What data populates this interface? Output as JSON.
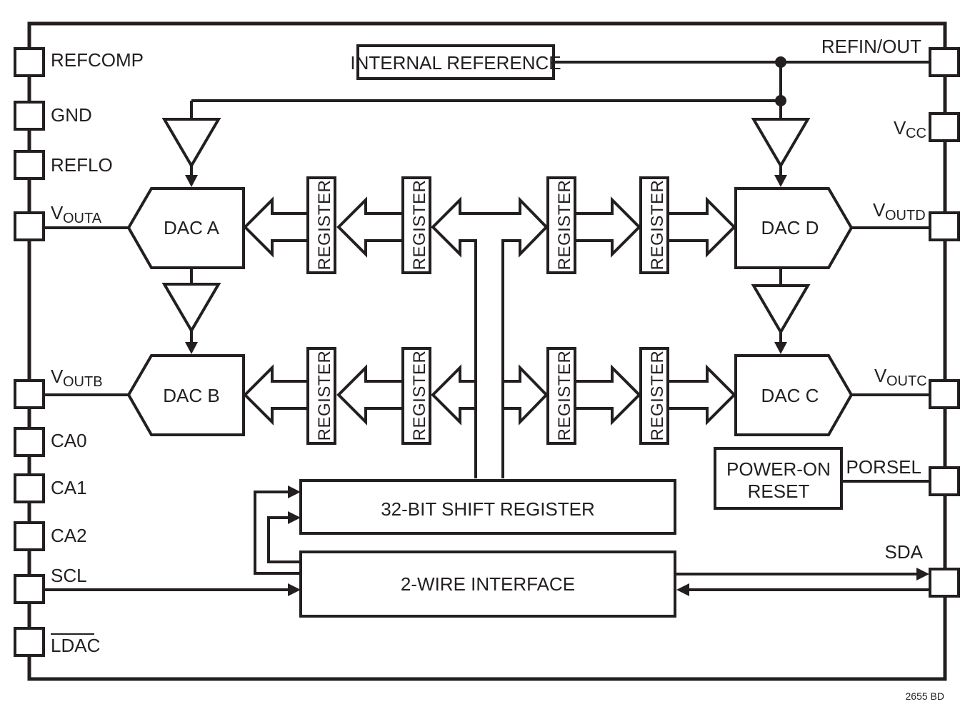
{
  "pins_left": {
    "refcomp": "REFCOMP",
    "gnd": "GND",
    "reflo": "REFLO",
    "vouta_main": "V",
    "vouta_sub": "OUTA",
    "voutb_main": "V",
    "voutb_sub": "OUTB",
    "ca0": "CA0",
    "ca1": "CA1",
    "ca2": "CA2",
    "scl": "SCL",
    "ldac": "LDAC"
  },
  "pins_right": {
    "refin_out": "REFIN/OUT",
    "vcc_main": "V",
    "vcc_sub": "CC",
    "voutd_main": "V",
    "voutd_sub": "OUTD",
    "voutc_main": "V",
    "voutc_sub": "OUTC",
    "porsel": "PORSEL",
    "sda": "SDA"
  },
  "blocks": {
    "internal_reference": "INTERNAL REFERENCE",
    "dac_a": "DAC A",
    "dac_b": "DAC B",
    "dac_c": "DAC C",
    "dac_d": "DAC D",
    "register": "REGISTER",
    "shift_register": "32-BIT SHIFT REGISTER",
    "two_wire": "2-WIRE INTERFACE",
    "power_on_1": "POWER-ON",
    "power_on_2": "RESET"
  },
  "footnote": "2655 BD"
}
